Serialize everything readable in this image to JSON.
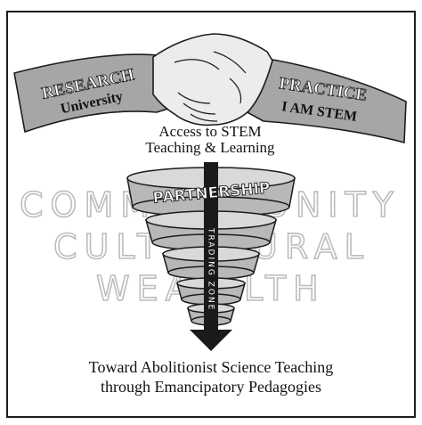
{
  "left_arm": {
    "line1": "RESEARCH",
    "line2": "University"
  },
  "right_arm": {
    "line1": "PRACTICE",
    "line2": "I AM STEM"
  },
  "access": {
    "line1": "Access to STEM",
    "line2": "Teaching & Learning"
  },
  "background_words": {
    "community_left": "COMM",
    "community_right": "UNITY",
    "cultural_left": "CULT",
    "cultural_right": "URAL",
    "wealth_left": "WEA",
    "wealth_right": "LTH"
  },
  "partnership_label": "PARTNERSHIP",
  "trading_zone_label": "TRADING ZONE",
  "bottom_caption": {
    "line1": "Toward Abolitionist Science Teaching",
    "line2": "through Emancipatory Pedagogies"
  },
  "colors": {
    "arm_fill": "#a6a6a6",
    "hand_fill": "#ececec",
    "funnel_outer": "#b8b8b8",
    "funnel_inner": "#d9d9d9",
    "arrow_fill": "#1a1a1a",
    "outline": "#1c1c1c",
    "watermark_stroke": "#bdbdbd"
  }
}
